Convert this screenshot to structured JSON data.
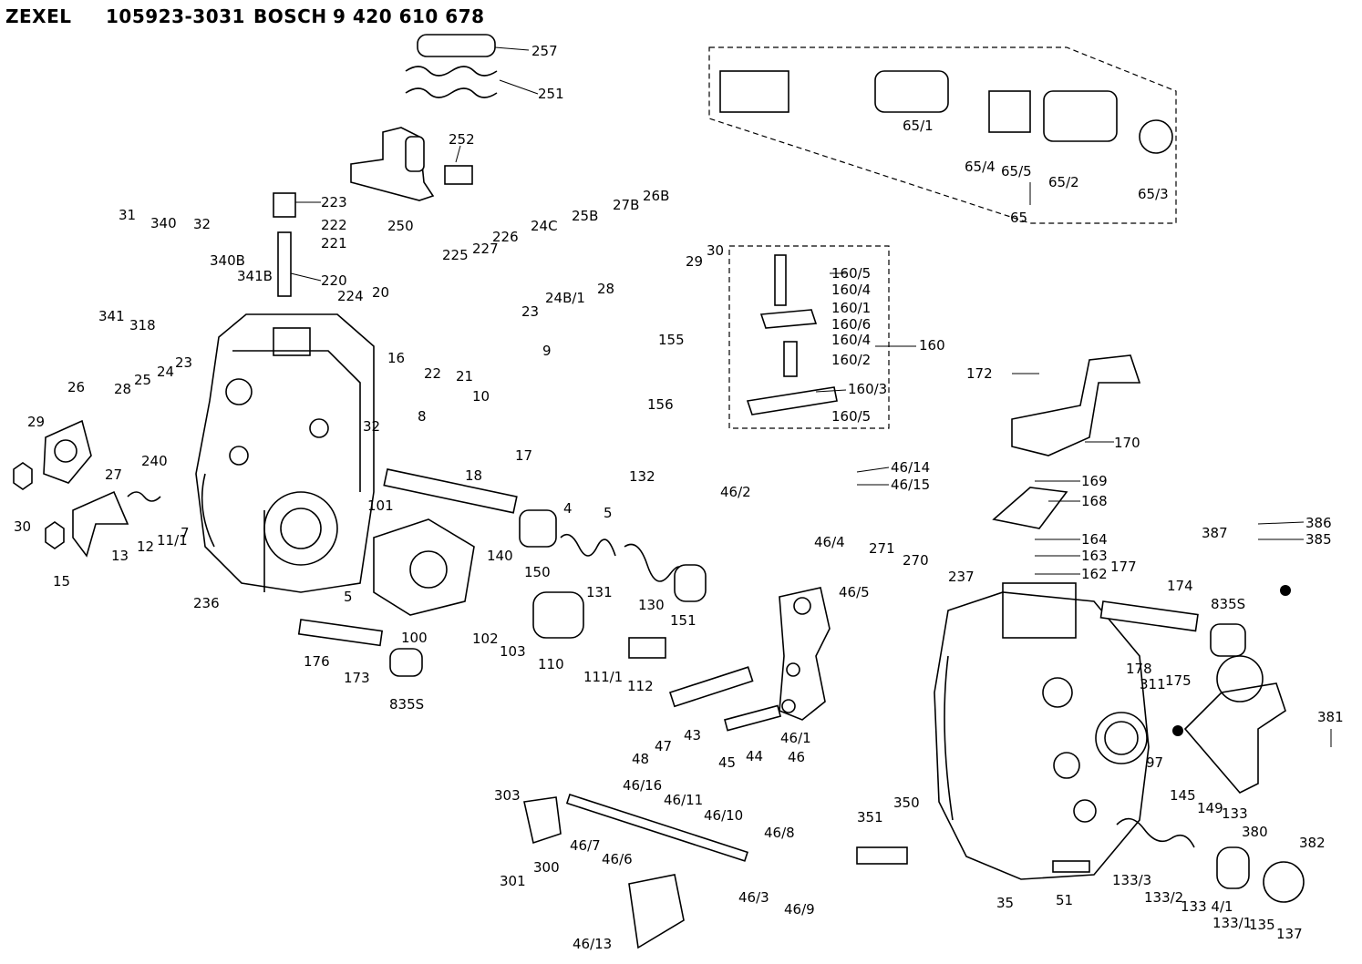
{
  "header": {
    "brand1": "ZEXEL",
    "part1": "105923-3031",
    "brand2": "BOSCH",
    "part2": "9 420 610 678"
  },
  "labels": [
    {
      "id": "257",
      "text": "257"
    },
    {
      "id": "251",
      "text": "251"
    },
    {
      "id": "252",
      "text": "252"
    },
    {
      "id": "250",
      "text": "250"
    },
    {
      "id": "223",
      "text": "223"
    },
    {
      "id": "222",
      "text": "222"
    },
    {
      "id": "221",
      "text": "221"
    },
    {
      "id": "220",
      "text": "220"
    },
    {
      "id": "31",
      "text": "31"
    },
    {
      "id": "340",
      "text": "340"
    },
    {
      "id": "32a",
      "text": "32"
    },
    {
      "id": "340B",
      "text": "340B"
    },
    {
      "id": "341B",
      "text": "341B"
    },
    {
      "id": "341",
      "text": "341"
    },
    {
      "id": "318",
      "text": "318"
    },
    {
      "id": "224",
      "text": "224"
    },
    {
      "id": "20",
      "text": "20"
    },
    {
      "id": "225",
      "text": "225"
    },
    {
      "id": "227",
      "text": "227"
    },
    {
      "id": "226",
      "text": "226"
    },
    {
      "id": "24C",
      "text": "24C"
    },
    {
      "id": "25B",
      "text": "25B"
    },
    {
      "id": "27B",
      "text": "27B"
    },
    {
      "id": "26B",
      "text": "26B"
    },
    {
      "id": "29a",
      "text": "29"
    },
    {
      "id": "30a",
      "text": "30"
    },
    {
      "id": "28a",
      "text": "28"
    },
    {
      "id": "24B1",
      "text": "24B/1"
    },
    {
      "id": "23a",
      "text": "23"
    },
    {
      "id": "22",
      "text": "22"
    },
    {
      "id": "21",
      "text": "21"
    },
    {
      "id": "9",
      "text": "9"
    },
    {
      "id": "10",
      "text": "10"
    },
    {
      "id": "155",
      "text": "155"
    },
    {
      "id": "156",
      "text": "156"
    },
    {
      "id": "17",
      "text": "17"
    },
    {
      "id": "18",
      "text": "18"
    },
    {
      "id": "8",
      "text": "8"
    },
    {
      "id": "16",
      "text": "16"
    },
    {
      "id": "32b",
      "text": "32"
    },
    {
      "id": "132",
      "text": "132"
    },
    {
      "id": "4",
      "text": "4"
    },
    {
      "id": "5a",
      "text": "5"
    },
    {
      "id": "26",
      "text": "26"
    },
    {
      "id": "28b",
      "text": "28"
    },
    {
      "id": "25",
      "text": "25"
    },
    {
      "id": "24",
      "text": "24"
    },
    {
      "id": "23b",
      "text": "23"
    },
    {
      "id": "29b",
      "text": "29"
    },
    {
      "id": "27",
      "text": "27"
    },
    {
      "id": "240",
      "text": "240"
    },
    {
      "id": "30b",
      "text": "30"
    },
    {
      "id": "15",
      "text": "15"
    },
    {
      "id": "13",
      "text": "13"
    },
    {
      "id": "12",
      "text": "12"
    },
    {
      "id": "111",
      "text": "11/1"
    },
    {
      "id": "7",
      "text": "7"
    },
    {
      "id": "236",
      "text": "236"
    },
    {
      "id": "101",
      "text": "101"
    },
    {
      "id": "5b",
      "text": "5"
    },
    {
      "id": "140",
      "text": "140"
    },
    {
      "id": "150",
      "text": "150"
    },
    {
      "id": "131",
      "text": "131"
    },
    {
      "id": "130",
      "text": "130"
    },
    {
      "id": "151",
      "text": "151"
    },
    {
      "id": "100",
      "text": "100"
    },
    {
      "id": "102",
      "text": "102"
    },
    {
      "id": "103",
      "text": "103"
    },
    {
      "id": "110",
      "text": "110"
    },
    {
      "id": "1111",
      "text": "111/1"
    },
    {
      "id": "112",
      "text": "112"
    },
    {
      "id": "176",
      "text": "176"
    },
    {
      "id": "173",
      "text": "173"
    },
    {
      "id": "835Sa",
      "text": "835S"
    },
    {
      "id": "48",
      "text": "48"
    },
    {
      "id": "47",
      "text": "47"
    },
    {
      "id": "43",
      "text": "43"
    },
    {
      "id": "45",
      "text": "45"
    },
    {
      "id": "44",
      "text": "44"
    },
    {
      "id": "461",
      "text": "46/1"
    },
    {
      "id": "46",
      "text": "46"
    },
    {
      "id": "303",
      "text": "303"
    },
    {
      "id": "301",
      "text": "301"
    },
    {
      "id": "300",
      "text": "300"
    },
    {
      "id": "467",
      "text": "46/7"
    },
    {
      "id": "4616",
      "text": "46/16"
    },
    {
      "id": "4611",
      "text": "46/11"
    },
    {
      "id": "4610",
      "text": "46/10"
    },
    {
      "id": "466",
      "text": "46/6"
    },
    {
      "id": "468",
      "text": "46/8"
    },
    {
      "id": "463",
      "text": "46/3"
    },
    {
      "id": "469",
      "text": "46/9"
    },
    {
      "id": "4613",
      "text": "46/13"
    },
    {
      "id": "651",
      "text": "65/1"
    },
    {
      "id": "654",
      "text": "65/4"
    },
    {
      "id": "655",
      "text": "65/5"
    },
    {
      "id": "652",
      "text": "65/2"
    },
    {
      "id": "653",
      "text": "65/3"
    },
    {
      "id": "65",
      "text": "65"
    },
    {
      "id": "1605a",
      "text": "160/5"
    },
    {
      "id": "1604a",
      "text": "160/4"
    },
    {
      "id": "1601",
      "text": "160/1"
    },
    {
      "id": "1606",
      "text": "160/6"
    },
    {
      "id": "1604b",
      "text": "160/4"
    },
    {
      "id": "1602",
      "text": "160/2"
    },
    {
      "id": "1603",
      "text": "160/3"
    },
    {
      "id": "1605b",
      "text": "160/5"
    },
    {
      "id": "160",
      "text": "160"
    },
    {
      "id": "4614",
      "text": "46/14"
    },
    {
      "id": "4615",
      "text": "46/15"
    },
    {
      "id": "462",
      "text": "46/2"
    },
    {
      "id": "464",
      "text": "46/4"
    },
    {
      "id": "172",
      "text": "172"
    },
    {
      "id": "170",
      "text": "170"
    },
    {
      "id": "169",
      "text": "169"
    },
    {
      "id": "168",
      "text": "168"
    },
    {
      "id": "164",
      "text": "164"
    },
    {
      "id": "163",
      "text": "163"
    },
    {
      "id": "162",
      "text": "162"
    },
    {
      "id": "271",
      "text": "271"
    },
    {
      "id": "270",
      "text": "270"
    },
    {
      "id": "237",
      "text": "237"
    },
    {
      "id": "465",
      "text": "46/5"
    },
    {
      "id": "177",
      "text": "177"
    },
    {
      "id": "174",
      "text": "174"
    },
    {
      "id": "178",
      "text": "178"
    },
    {
      "id": "175",
      "text": "175"
    },
    {
      "id": "311",
      "text": "311"
    },
    {
      "id": "835Sb",
      "text": "835S"
    },
    {
      "id": "386",
      "text": "386"
    },
    {
      "id": "385",
      "text": "385"
    },
    {
      "id": "387",
      "text": "387"
    },
    {
      "id": "381",
      "text": "381"
    },
    {
      "id": "97",
      "text": "97"
    },
    {
      "id": "145",
      "text": "145"
    },
    {
      "id": "149",
      "text": "149"
    },
    {
      "id": "133",
      "text": "133"
    },
    {
      "id": "380",
      "text": "380"
    },
    {
      "id": "382",
      "text": "382"
    },
    {
      "id": "351",
      "text": "351"
    },
    {
      "id": "350",
      "text": "350"
    },
    {
      "id": "35",
      "text": "35"
    },
    {
      "id": "51",
      "text": "51"
    },
    {
      "id": "1333",
      "text": "133/3"
    },
    {
      "id": "1332",
      "text": "133/2"
    },
    {
      "id": "13341",
      "text": "133 4/1"
    },
    {
      "id": "1331",
      "text": "133/1"
    },
    {
      "id": "135",
      "text": "135"
    },
    {
      "id": "137",
      "text": "137"
    }
  ]
}
